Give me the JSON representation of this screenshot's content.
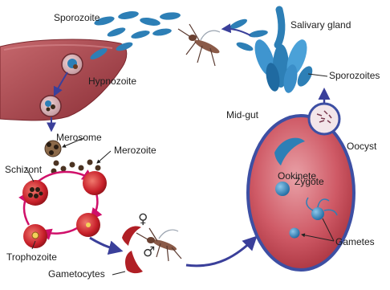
{
  "diagram": {
    "labels": {
      "sporozoite": "Sporozoite",
      "salivary_gland": "Salivary gland",
      "hypnozoite": "Hypnozoite",
      "sporozoites": "Sporozoites",
      "mid_gut": "Mid-gut",
      "merosome": "Merosome",
      "merozoite": "Merozoite",
      "oocyst": "Oocyst",
      "ookinete": "Ookinete",
      "schizont": "Schizont",
      "zygote": "Zygote",
      "trophozoite": "Trophozoite",
      "gametocytes": "Gametocytes",
      "gametes": "Gametes"
    },
    "symbols": {
      "female": "♀",
      "male": "♂"
    },
    "colors": {
      "liver": "#b14a4f",
      "red_cell": "#c8202a",
      "parasite_blue": "#2d7fb6",
      "gut_outline": "#3d4fa3",
      "gut_fill": "#cf5a66",
      "arrow": "#3a3f9a"
    }
  }
}
